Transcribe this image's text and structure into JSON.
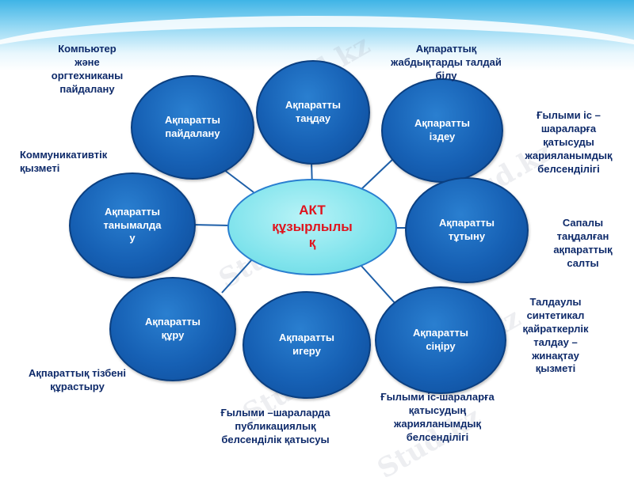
{
  "center": {
    "label": "АКТ\nқұзырлылы\nқ",
    "color": "#e0141e"
  },
  "nodes": {
    "top": "Ақпаратты\nтаңдау",
    "upper_left": "Ақпаратты\nпайдалану",
    "upper_right": "Ақпаратты\nіздеу",
    "left": "Ақпаратты\nтанымалда\nу",
    "right": "Ақпаратты\nтұтыну",
    "lower_left": "Ақпаратты\nқұру",
    "bottom": "Ақпаратты\nигеру",
    "lower_right": "Ақпаратты\nсіңіру"
  },
  "notes": {
    "upper_left": "Компьютер\nжәне\nоргтехниканы\nпайдалану",
    "top": "Ақпараттық\nжабдықтарды талдай\nбілу",
    "upper_right": "Ғылыми іс –\nшараларға\nқатысуды\nжарияланымдық\nбелсенділігі",
    "left": "Коммуникативтік\nқызметі",
    "right": "Сапалы\nтаңдалған\nақпараттық\nсалты",
    "lower_right": "Талдаулы\nсинтетикал\nқайраткерлік\nталдау –\nжинақтау\nқызметі",
    "lower_left": "Ақпараттық тізбені\nқұрастыру",
    "bottom_left": "Ғылыми –шараларда\nпубликациялық\nбелсенділік қатысуы",
    "bottom_right": "Ғылыми іс-шараларға\nқатысудың\nжарияланымдық\nбелсенділігі"
  },
  "watermark": "Stud.kz",
  "colors": {
    "node": "#1660b4",
    "center": "#7fe3ec",
    "note_text": "#0e2a6a"
  }
}
